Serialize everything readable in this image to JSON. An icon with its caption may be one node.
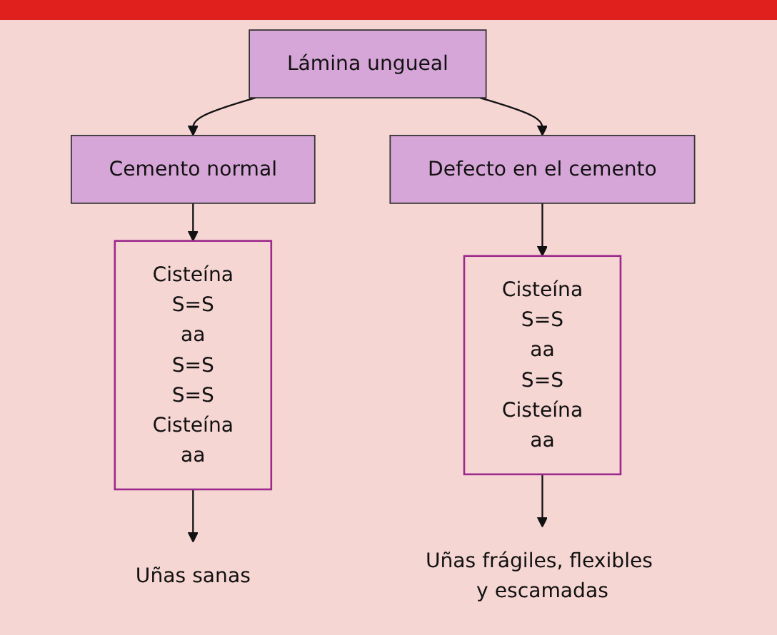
{
  "diagram": {
    "nodes": [
      {
        "text": [
          "Lámina ungueal"
        ]
      },
      {
        "text": [
          "Cemento normal"
        ]
      },
      {
        "text": [
          "Defecto en el cemento"
        ]
      },
      {
        "text": [
          "Cisteína",
          "S=S",
          "aa",
          "S=S",
          "S=S",
          "Cisteína",
          "aa"
        ]
      },
      {
        "text": [
          "Cisteína",
          "S=S",
          "aa",
          "S=S",
          "Cisteína",
          "aa"
        ]
      },
      {
        "text": [
          "Uñas sanas"
        ]
      },
      {
        "text": [
          "Uñas frágiles, flexibles y escamadas"
        ]
      }
    ],
    "edges": [
      {
        "from": 0,
        "to": 1,
        "arrow": "to"
      },
      {
        "from": 0,
        "to": 2,
        "arrow": "to"
      },
      {
        "from": 1,
        "to": 3,
        "arrow": "to"
      },
      {
        "from": 2,
        "to": 4,
        "arrow": "to"
      },
      {
        "from": 3,
        "to": 5,
        "arrow": "to"
      },
      {
        "from": 4,
        "to": 6,
        "arrow": "to"
      }
    ]
  }
}
